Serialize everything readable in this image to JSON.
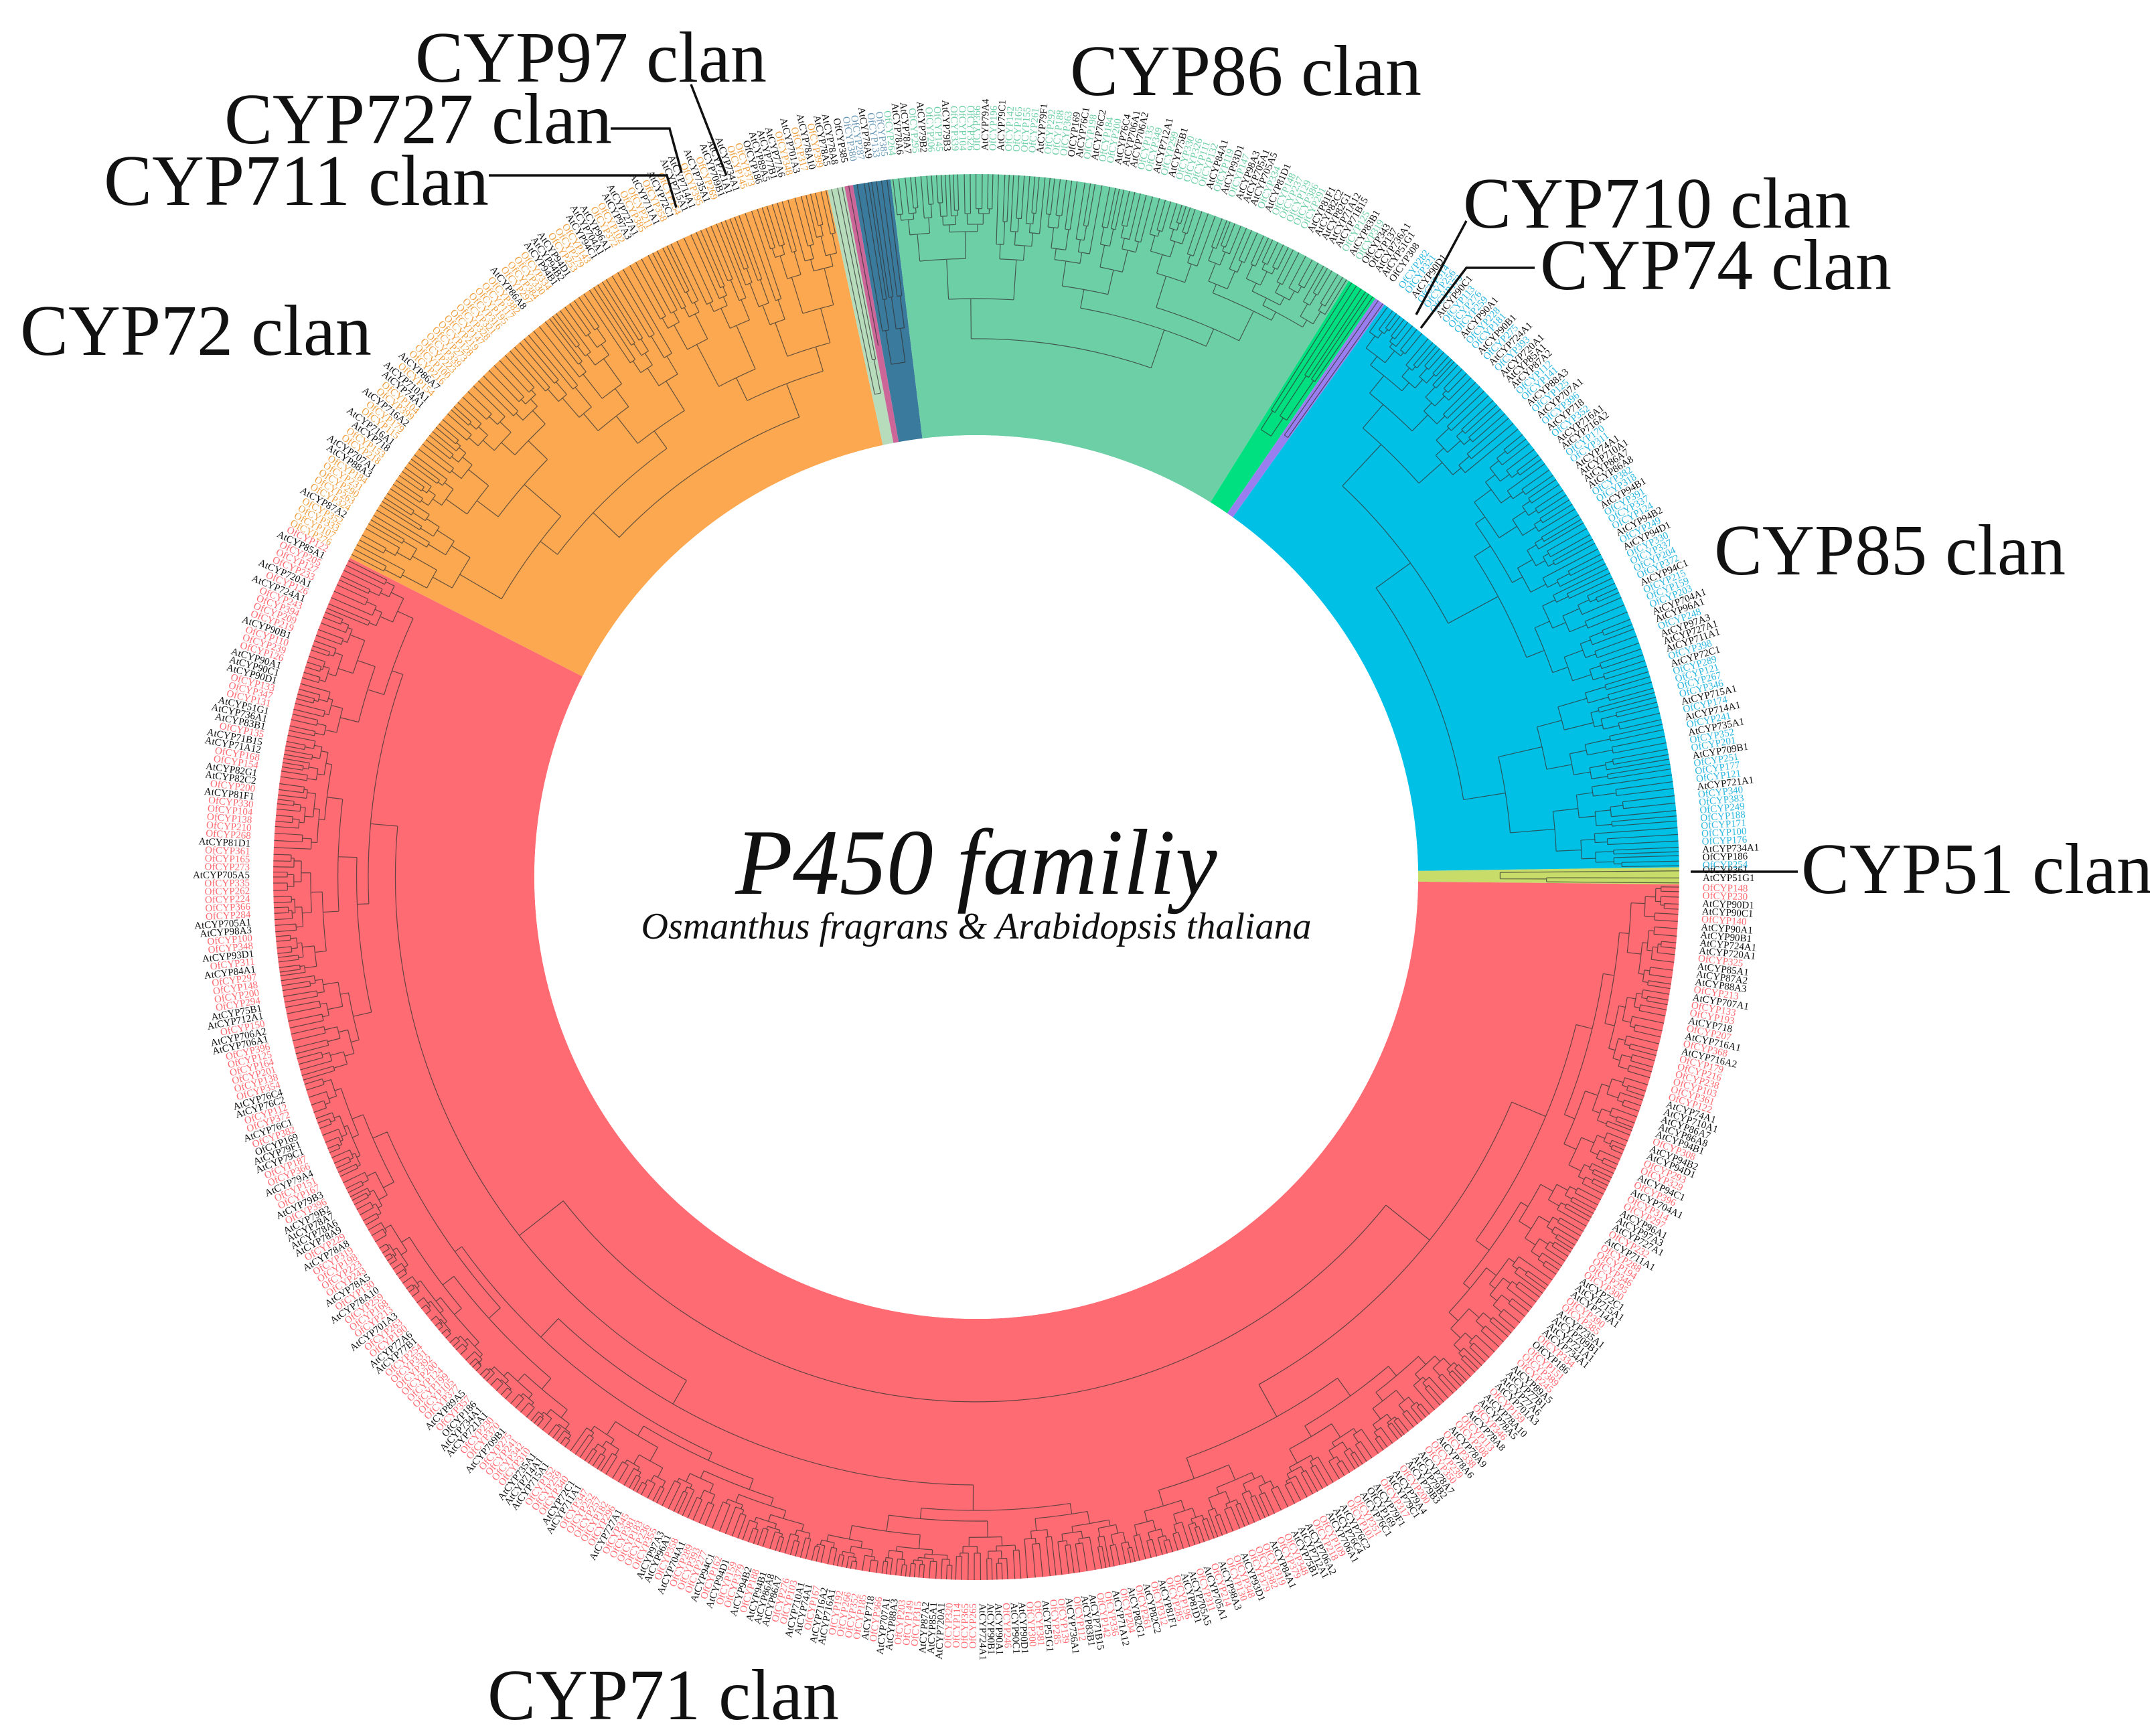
{
  "title": "P450 familiy",
  "subtitle": "Osmanthus fragrans & Arabidopsis thaliana",
  "clans": [
    {
      "name": "CYP51 clan",
      "color": "#c8dc6a",
      "start": 359.2,
      "end": 0.6,
      "leaf_color": "#111111"
    },
    {
      "name": "CYP71 clan",
      "color": "#ff6b72",
      "start": 0.6,
      "end": 207.0,
      "leaf_color": "#ff6b72"
    },
    {
      "name": "CYP72 clan",
      "color": "#fca850",
      "start": 207.0,
      "end": 257.8,
      "leaf_color": "#f0a040"
    },
    {
      "name": "CYP711 clan",
      "color": "#b6dcbc",
      "start": 257.8,
      "end": 259.2,
      "leaf_color": "#111111"
    },
    {
      "name": "CYP727 clan",
      "color": "#cc6699",
      "start": 259.2,
      "end": 259.9,
      "leaf_color": "#111111"
    },
    {
      "name": "CYP97 clan",
      "color": "#3a7a9c",
      "start": 259.9,
      "end": 263.0,
      "leaf_color": "#6a9ab8"
    },
    {
      "name": "CYP86 clan",
      "color": "#6dcfa6",
      "start": 263.0,
      "end": 302.0,
      "leaf_color": "#6dcfa6"
    },
    {
      "name": "CYP710 clan",
      "color": "#00e080",
      "start": 302.0,
      "end": 304.6,
      "leaf_color": "#111111"
    },
    {
      "name": "CYP74 clan",
      "color": "#9a7ef0",
      "start": 304.6,
      "end": 305.5,
      "leaf_color": "#111111"
    },
    {
      "name": "CYP85 clan",
      "color": "#00c0e6",
      "start": 305.5,
      "end": 359.2,
      "leaf_color": "#2cb8e0"
    }
  ],
  "leaf_labels": [
    "AtCYP51G1",
    "AtCYP90D1",
    "AtCYP90C1",
    "AtCYP90A1",
    "AtCYP90B1",
    "AtCYP724A1",
    "AtCYP720A1",
    "AtCYP85A1",
    "AtCYP87A2",
    "AtCYP88A3",
    "AtCYP707A1",
    "AtCYP718",
    "AtCYP716A1",
    "AtCYP716A2",
    "AtCYP74A1",
    "AtCYP710A1",
    "AtCYP86A7",
    "AtCYP86A8",
    "AtCYP94B1",
    "AtCYP94B2",
    "AtCYP94D1",
    "AtCYP94C1",
    "AtCYP704A1",
    "AtCYP96A1",
    "AtCYP97A3",
    "AtCYP727A1",
    "AtCYP711A1",
    "AtCYP72C1",
    "AtCYP715A1",
    "AtCYP714A1",
    "AtCYP735A1",
    "AtCYP709B1",
    "AtCYP721A1",
    "AtCYP734A1",
    "OfCYP186",
    "AtCYP89A5",
    "AtCYP77B1",
    "AtCYP77A6",
    "AtCYP701A3",
    "AtCYP78A10",
    "AtCYP78A5",
    "AtCYP78A8",
    "AtCYP78A9",
    "AtCYP78A6",
    "AtCYP78A7",
    "AtCYP79B2",
    "AtCYP79B3",
    "AtCYP79A4",
    "AtCYP79C1",
    "AtCYP79F1",
    "OfCYP169",
    "AtCYP76C1",
    "AtCYP76C2",
    "AtCYP76C4",
    "AtCYP706A1",
    "AtCYP706A2",
    "AtCYP712A1",
    "AtCYP75B1",
    "AtCYP84A1",
    "AtCYP93D1",
    "AtCYP98A3",
    "AtCYP705A1",
    "AtCYP705A5",
    "AtCYP81D1",
    "AtCYP81F1",
    "AtCYP82C2",
    "AtCYP82G1",
    "AtCYP71A12",
    "AtCYP71B15",
    "AtCYP83B1",
    "AtCYP736A1"
  ]
}
